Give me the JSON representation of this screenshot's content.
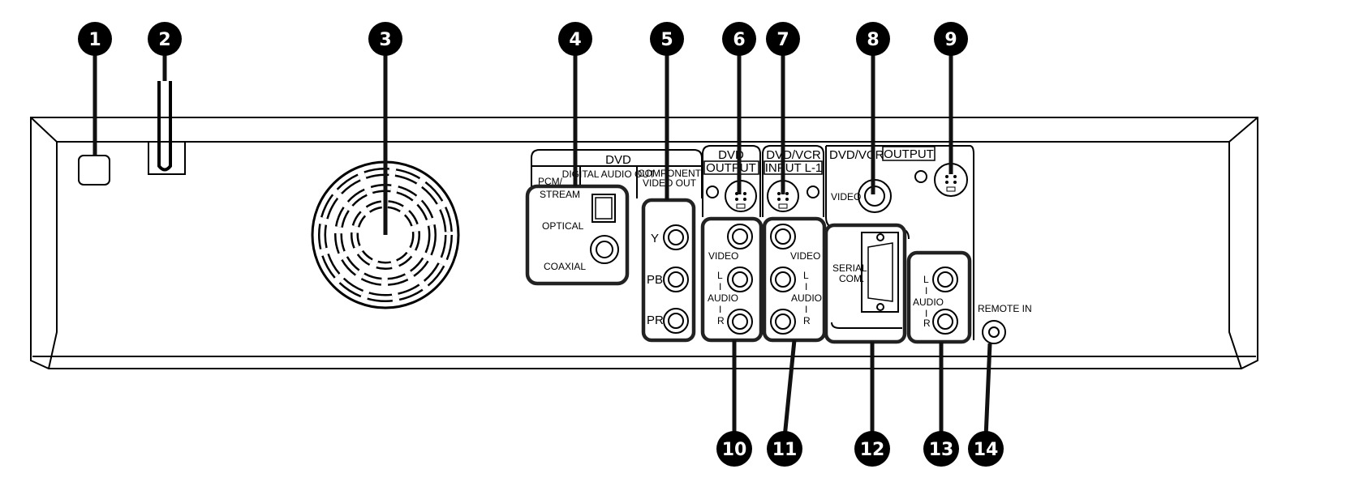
{
  "callouts": [
    "1",
    "2",
    "3",
    "4",
    "5",
    "6",
    "7",
    "8",
    "9",
    "10",
    "11",
    "12",
    "13",
    "14"
  ],
  "dvd_section": {
    "title": "DVD",
    "pcm_label": "PCM/",
    "digital_audio_out": "DIGITAL AUDIO OUT",
    "component_video_out_1": "COMPONENT",
    "component_video_out_2": "VIDEO OUT",
    "stream": "STREAM",
    "optical": "OPTICAL",
    "coaxial": "COAXIAL",
    "y": "Y",
    "pb": "PB",
    "pr": "PR"
  },
  "dvd_output": {
    "line1": "DVD",
    "line2": "OUTPUT"
  },
  "dvd_vcr_input": {
    "line1": "DVD/VCR",
    "line2": "INPUT L-1"
  },
  "dvd_vcr_output": {
    "line1": "DVD/VCR",
    "line2": "OUTPUT",
    "video": "VIDEO"
  },
  "av_labels": {
    "video": "VIDEO",
    "l": "L",
    "audio": "AUDIO",
    "r": "R",
    "sep": "I"
  },
  "serial": {
    "line1": "SERIAL",
    "line2": "COM."
  },
  "remote_in": "REMOTE IN"
}
